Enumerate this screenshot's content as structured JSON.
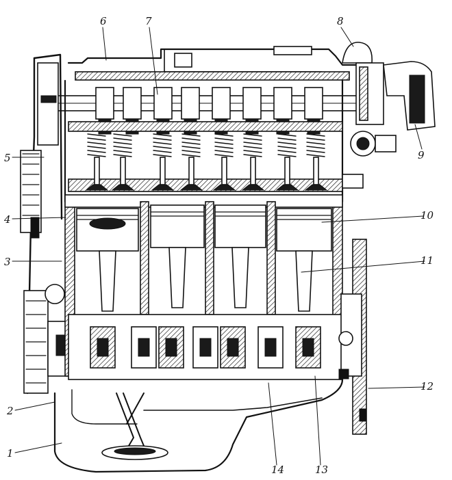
{
  "figure": {
    "callouts": [
      "1",
      "2",
      "3",
      "4",
      "5",
      "6",
      "7",
      "8",
      "9",
      "10",
      "11",
      "12",
      "13",
      "14"
    ]
  }
}
